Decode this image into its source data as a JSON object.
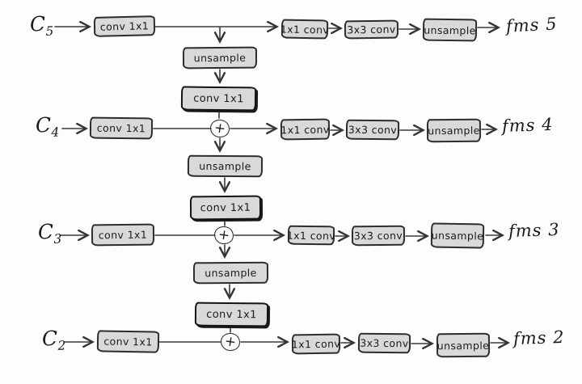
{
  "colors": {
    "background": "#fdfdfd",
    "box_fill": "#d9d9d9",
    "box_border": "#2d2d2d",
    "ink": "#1a1a1a"
  },
  "add_symbol": "+",
  "rows": [
    {
      "input": "C",
      "sub": "5",
      "lateral": "conv 1x1",
      "conv1": "1x1 conv",
      "conv3": "3x3 conv",
      "up": "unsample",
      "out": "fms 5"
    },
    {
      "input": "C",
      "sub": "4",
      "lateral": "conv 1x1",
      "conv1": "1x1 conv",
      "conv3": "3x3 conv",
      "up": "unsample",
      "out": "fms 4"
    },
    {
      "input": "C",
      "sub": "3",
      "lateral": "conv 1x1",
      "conv1": "1x1 conv",
      "conv3": "3x3 conv",
      "up": "unsample",
      "out": "fms 3"
    },
    {
      "input": "C",
      "sub": "2",
      "lateral": "conv 1x1",
      "conv1": "1x1 conv",
      "conv3": "3x3 conv",
      "up": "unsample",
      "out": "fms 2"
    }
  ],
  "topdown": [
    {
      "up": "unsample",
      "conv": "conv 1x1"
    },
    {
      "up": "unsample",
      "conv": "conv 1x1"
    },
    {
      "up": "unsample",
      "conv": "conv 1x1"
    }
  ]
}
